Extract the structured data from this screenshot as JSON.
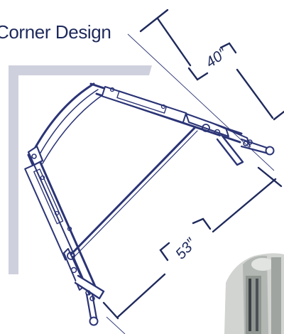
{
  "header": {
    "title": "Corner Design"
  },
  "dimensions": {
    "short_arm": "40″",
    "long_arm": "53″"
  },
  "colors": {
    "ink": "#1f2a5c",
    "frame": "#2b3476",
    "wall": "#cfd0de",
    "photo": "#c8ccc9"
  },
  "icons": {
    "wall_corner": "wall-corner-shape",
    "photo": "product-photo-fragment"
  }
}
